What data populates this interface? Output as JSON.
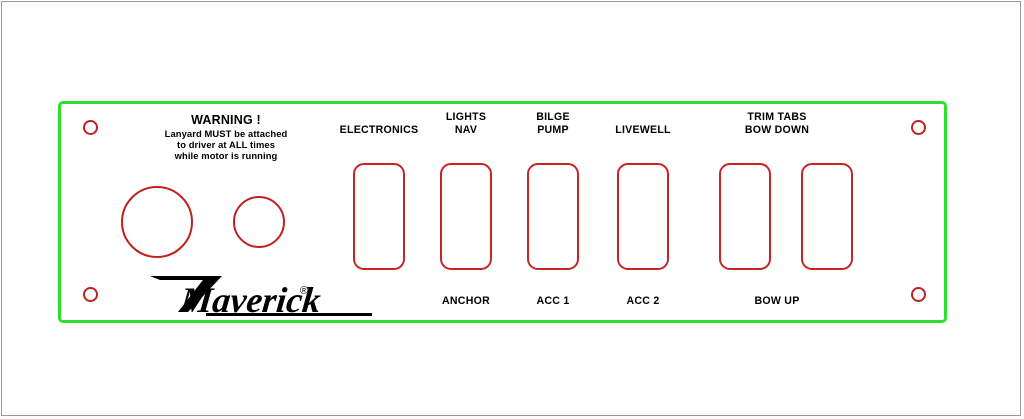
{
  "panel": {
    "outline_color": "#2ee02e",
    "cutout_color": "#c82424",
    "mount_hole_color": "#c02020",
    "page_border_color": "#9a9a9a"
  },
  "warning": {
    "title": "WARNING !",
    "lines": [
      "Lanyard MUST be attached",
      "to driver at ALL times",
      "while motor is running"
    ]
  },
  "brand": {
    "name": "Maverick",
    "trademark": "®"
  },
  "cutouts": {
    "ignition_label": "ignition-cutout",
    "lanyard_label": "lanyard-cutout"
  },
  "switches": [
    {
      "id": "electronics",
      "top_lines": [
        "ELECTRONICS"
      ],
      "bottom_label": ""
    },
    {
      "id": "lights-nav",
      "top_lines": [
        "LIGHTS",
        "NAV"
      ],
      "bottom_label": "ANCHOR"
    },
    {
      "id": "bilge-pump",
      "top_lines": [
        "BILGE",
        "PUMP"
      ],
      "bottom_label": "ACC 1"
    },
    {
      "id": "livewell",
      "top_lines": [
        "LIVEWELL"
      ],
      "bottom_label": "ACC 2"
    },
    {
      "id": "trim-tabs",
      "top_lines": [
        "TRIM TABS",
        "BOW DOWN"
      ],
      "bottom_label": "BOW UP"
    }
  ]
}
